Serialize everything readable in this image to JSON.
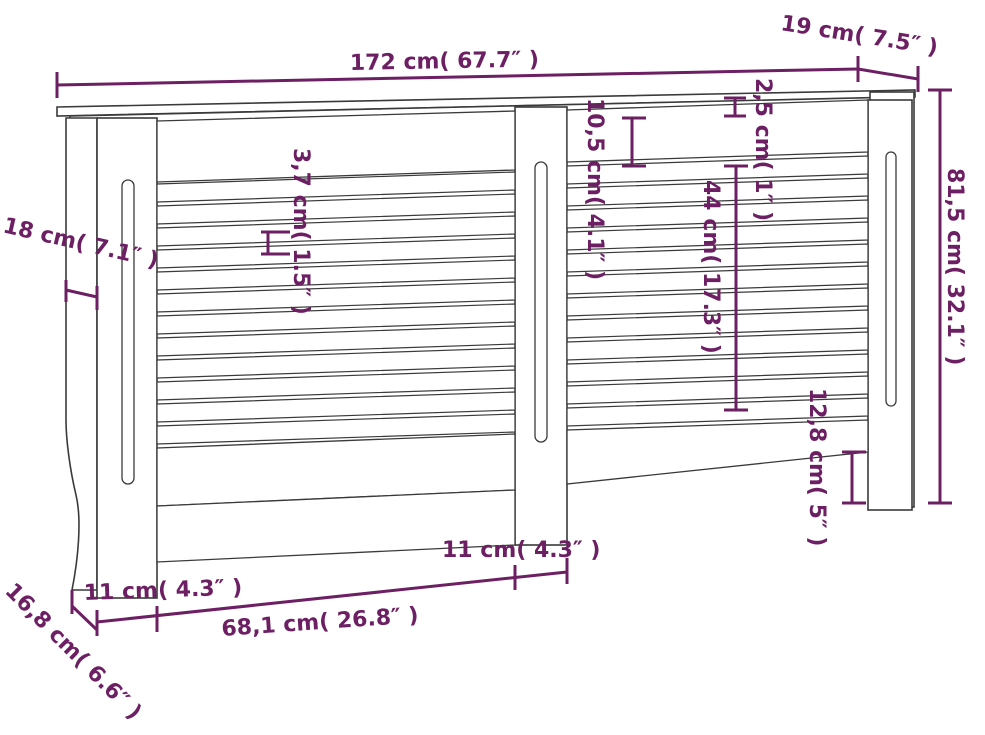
{
  "colors": {
    "dimension": "#6d1f63",
    "outline": "#3a3a3a",
    "background": "#ffffff"
  },
  "dimensions": {
    "width": "172 cm( 67.7″ )",
    "depth_top": "19 cm( 7.5″ )",
    "height": "81,5 cm( 32.1″ )",
    "side_depth": "18 cm( 7.1″ )",
    "foot_depth": "16,8 cm( 6.6″ )",
    "leg_width_left": "11 cm( 4.3″ )",
    "leg_width_mid": "11 cm( 4.3″ )",
    "opening_width": "68,1 cm( 26.8″ )",
    "slat_height": "3,7 cm( 1.5″ )",
    "top_gap": "10,5 cm( 4.1″ )",
    "top_thickness": "2,5 cm( 1″ )",
    "grille_height": "44 cm( 17.3″ )",
    "bottom_clearance": "12,8 cm( 5″ )"
  }
}
